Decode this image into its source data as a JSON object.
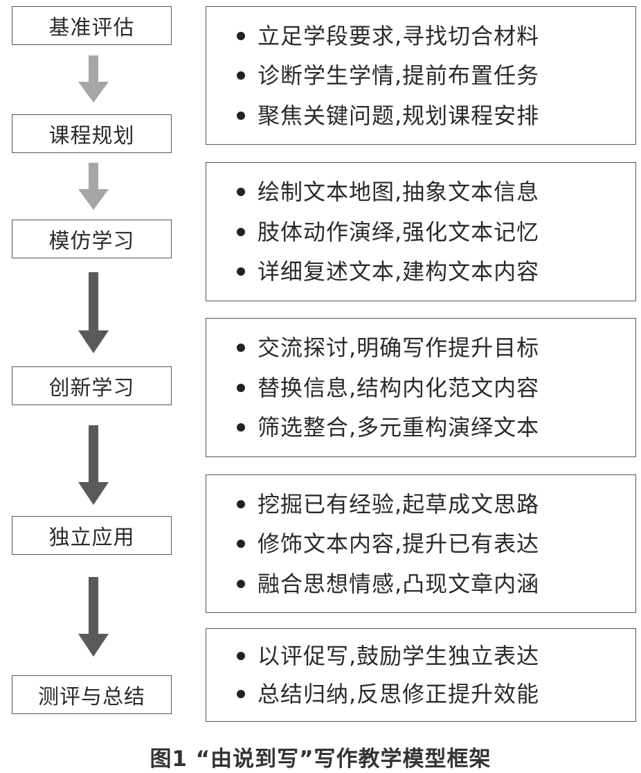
{
  "stages": [
    {
      "label": "基准评估"
    },
    {
      "label": "课程规划"
    },
    {
      "label": "模仿学习"
    },
    {
      "label": "创新学习"
    },
    {
      "label": "独立应用"
    },
    {
      "label": "测评与总结"
    }
  ],
  "details": [
    {
      "items": [
        "立足学段要求,寻找切合材料",
        "诊断学生学情,提前布置任务",
        "聚焦关键问题,规划课程安排"
      ]
    },
    {
      "items": [
        "绘制文本地图,抽象文本信息",
        "肢体动作演绎,强化文本记忆",
        "详细复述文本,建构文本内容"
      ]
    },
    {
      "items": [
        "交流探讨,明确写作提升目标",
        "替换信息,结构内化范文内容",
        "筛选整合,多元重构演绎文本"
      ]
    },
    {
      "items": [
        "挖掘已有经验,起草成文思路",
        "修饰文本内容,提升已有表达",
        "融合思想情感,凸现文章内涵"
      ]
    },
    {
      "items": [
        "以评促写,鼓励学生独立表达",
        "总结归纳,反思修正提升效能"
      ]
    }
  ],
  "caption": "图1 “由说到写”写作教学模型框架",
  "colors": {
    "arrow_light": "#a6a6a6",
    "arrow_dark": "#5a5a5a",
    "border": "#555555"
  }
}
